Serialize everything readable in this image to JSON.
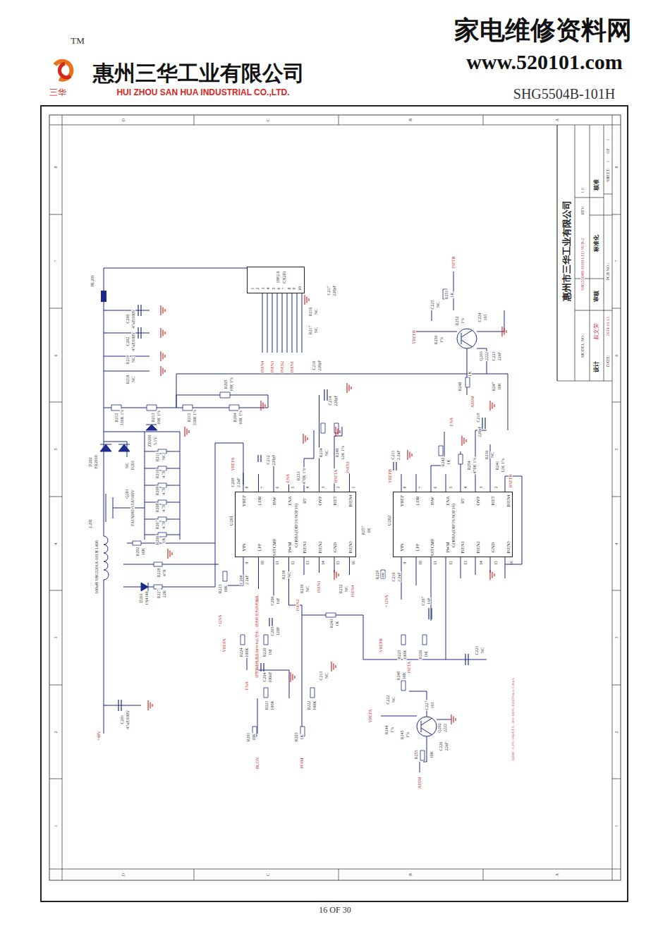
{
  "diagram": {
    "nodes": [
      {
        "text": [
          "U201",
          "GH08A(DIP16/SOP16)",
          "VREF",
          "LDR",
          "ISW",
          "ENA",
          "RT",
          "OVP",
          "ISET",
          "ISEN4",
          "VIN",
          "LPF",
          "SSTCMP",
          "PWM",
          "ISEN1",
          "ISEN2",
          "GND",
          "ISEN3",
          "8",
          "7",
          "6",
          "5",
          "4",
          "3",
          "2",
          "1",
          "9",
          "10",
          "11",
          "12",
          "13",
          "14",
          "15",
          "16"
        ]
      },
      {
        "text": [
          "U202",
          "GH08A(DIP16/SOP16)",
          "VREF",
          "LDR",
          "ISW",
          "ENA",
          "RT",
          "OVP",
          "ISET",
          "ISEN4",
          "VIN",
          "LPF",
          "SSTCMP",
          "PWM",
          "ISEN1",
          "ISEN2",
          "GND",
          "ISEN3",
          "8",
          "7",
          "6",
          "5",
          "4",
          "3",
          "2",
          "1",
          "9",
          "10",
          "11",
          "12",
          "13",
          "14",
          "15",
          "16"
        ]
      },
      {
        "text": [
          "CN201",
          "10P2.0",
          "1",
          "2",
          "3",
          "4",
          "5",
          "6",
          "7",
          "8",
          "9",
          "10"
        ]
      }
    ],
    "labels": [
      "TM",
      "惠州三华工业有限公司",
      "三华",
      "HUI ZHOU SAN HUA INDUSTRIAL CO.,LTD.",
      "家电维修资料网",
      "www.520101.com",
      "SHG5504B-101H",
      "D",
      "C",
      "B",
      "A",
      "D",
      "C",
      "B",
      "A",
      "8",
      "7",
      "6",
      "5",
      "4",
      "3",
      "2",
      "1",
      "8",
      "7",
      "6",
      "5",
      "4",
      "3",
      "2",
      "1",
      "惠州市三华工业有限公司",
      "MODEL NO.:",
      "SHG5504B-101H LED SUB-2",
      "REV:",
      "1.0",
      "SHEET:",
      "1",
      "OF",
      "1",
      "设计",
      "叔文荣",
      "审核",
      "标准化",
      "核准",
      "DATE:",
      "2014.10.13.",
      "PCB NO.:",
      "BL201",
      "C200",
      "47uF/100V",
      "C202",
      "47uF/100V",
      "R219",
      "NC",
      "R218",
      "NC",
      "R212",
      "330K 1%",
      "R213",
      "10K 1%",
      "R215",
      "330R 1%",
      "R205",
      "10K 1%",
      "R204",
      "10K 1%",
      "ZD200",
      "5.1V",
      "D202",
      "FR2010",
      "NC",
      "D203",
      "Q201",
      "FA1N08D/15A/100V",
      "R211",
      "NC",
      "R210",
      "4.7R",
      "R209",
      "4.7R",
      "R208",
      "4.7R",
      "R207",
      "4.7R",
      "R206",
      "1K",
      "L201",
      "100uH SHG5201A-101H L400",
      "R202",
      "10K",
      "R228",
      "47R",
      "D201",
      "1N4148",
      "R227",
      "22K",
      "C201",
      "47uF/100V",
      "+48V",
      "VREFA",
      "C209",
      "2.2uF",
      "ENA",
      "C212",
      "220pF",
      "R233",
      "470K 1%",
      "R234",
      "NC",
      "R240",
      "12K 1%",
      "RSETA",
      "ISEN1",
      "C214",
      "220pF",
      "R257",
      "0R",
      "R223",
      "10K",
      "C208",
      "2.2uF",
      "+12VA",
      "C206",
      "1nF",
      "C205",
      "120P",
      "VREFA",
      "R224",
      "100K",
      "R220",
      "1M",
      "R238",
      "NC",
      "R239",
      "NC",
      "ISEN2",
      "ISEN3",
      "R232",
      "NC",
      "ISEN4",
      "R243",
      "1K",
      "ENA",
      "C204",
      "100nF",
      "R221",
      "100K",
      "R201",
      "10K",
      "BLON",
      "C213",
      "NC",
      "R222",
      "100K",
      "R203",
      "1K",
      "PDIM",
      "调节输出电流仅由PWM占空比，调光时后为调光输出。",
      "R216",
      "NC",
      "R217",
      "NC",
      "C217",
      "220pF",
      "C216",
      "220pF",
      "ISEN4",
      "ISEN3",
      "ISEN2",
      "ISEN1",
      "VREFB",
      "C211",
      "2.2uF",
      "ENA",
      "R242",
      "1K",
      "R254",
      "470K 1%",
      "R236",
      "NC",
      "R241",
      "12K 1%",
      "RSETB",
      "C219",
      "220pF",
      "ADIM",
      "R248",
      "1K",
      "ISETB",
      "R251",
      "1K",
      "C225",
      "NC",
      "VREFB",
      "R250",
      "1%",
      "R252",
      "1%",
      "Q203",
      "2222",
      "C224",
      "103",
      "C223",
      "22nF",
      "R247",
      "10K",
      "+12VA",
      "R229",
      "0R",
      "C210",
      "2.2uF",
      "C207",
      "1nF",
      "VREFB",
      "R225",
      "100K",
      "R226",
      "1M",
      "ISETA",
      "C221",
      "NC",
      "R249",
      "10K",
      "C222",
      "NC",
      "VREFA",
      "R244",
      "1%",
      "R245",
      "1%",
      "Q202",
      "2222",
      "C227",
      "103",
      "C226",
      "22nF",
      "R253",
      "10K",
      "ADIM",
      "ADIM : 0.3%-5%DUTY; 50%-100%; ILED70mA-150mA",
      "16 OF 30"
    ]
  }
}
